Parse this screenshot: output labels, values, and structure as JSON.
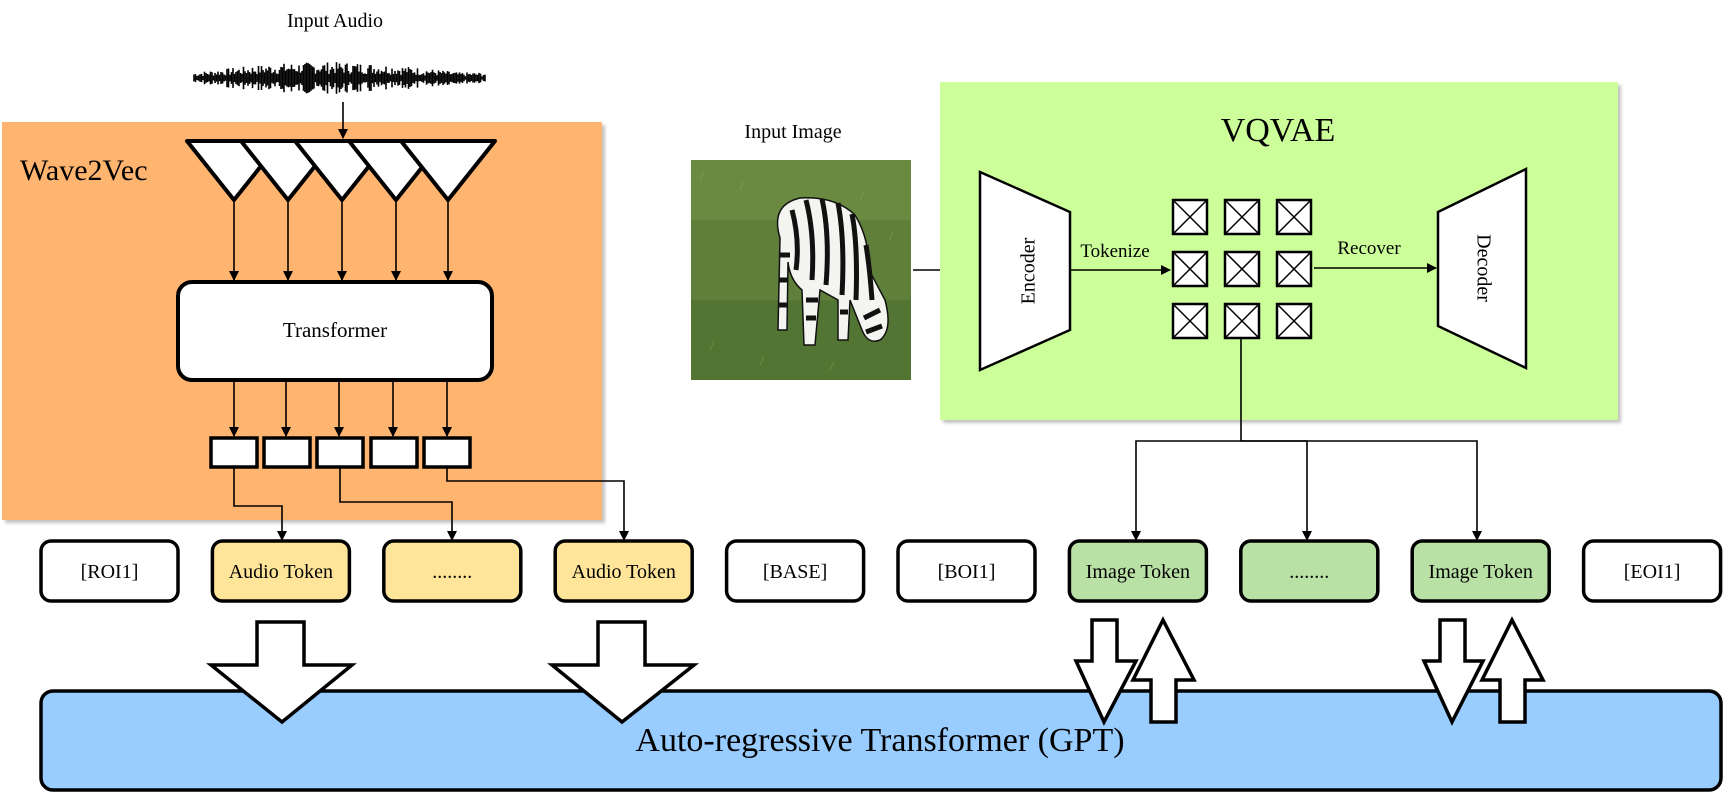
{
  "audio": {
    "input_label": "Input Audio",
    "wave2vec_label": "Wave2Vec",
    "transformer_label": "Transformer",
    "wave2vec_color": "#FFB570"
  },
  "image": {
    "input_label": "Input Image"
  },
  "vqvae": {
    "title": "VQVAE",
    "encoder_label": "Encoder",
    "decoder_label": "Decoder",
    "tokenize_label": "Tokenize",
    "recover_label": "Recover",
    "color": "#CCFF99"
  },
  "tokens": [
    {
      "label": "[ROI1]",
      "color": "#FFFFFF"
    },
    {
      "label": "Audio Token",
      "color": "#FFE599"
    },
    {
      "label": "........",
      "color": "#FFE599"
    },
    {
      "label": "Audio Token",
      "color": "#FFE599"
    },
    {
      "label": "[BASE]",
      "color": "#FFFFFF"
    },
    {
      "label": "[BOI1]",
      "color": "#FFFFFF"
    },
    {
      "label": "Image Token",
      "color": "#B9E0A5"
    },
    {
      "label": "........",
      "color": "#B9E0A5"
    },
    {
      "label": "Image Token",
      "color": "#B9E0A5"
    },
    {
      "label": "[EOI1]",
      "color": "#FFFFFF"
    }
  ],
  "gpt": {
    "label": "Auto-regressive Transformer (GPT)",
    "color": "#99CCFF"
  }
}
